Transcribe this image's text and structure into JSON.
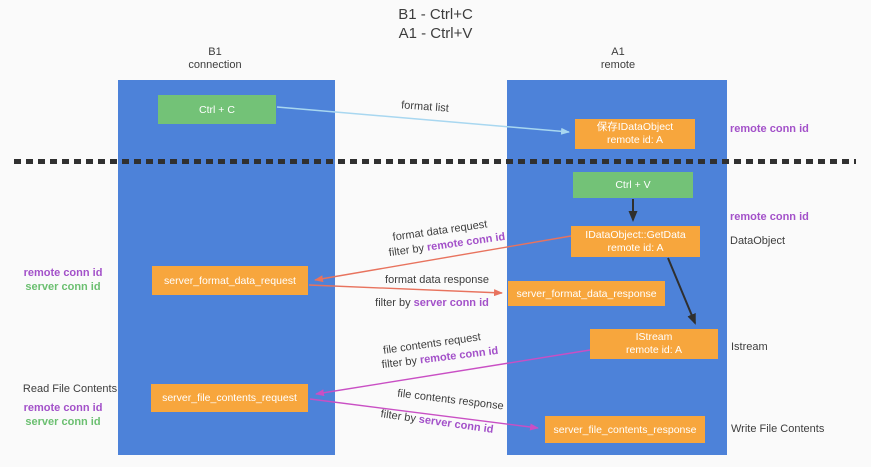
{
  "title": {
    "line1": "B1 - Ctrl+C",
    "line2": "A1 - Ctrl+V"
  },
  "lifelines": {
    "left": {
      "name": "B1",
      "role": "connection"
    },
    "right": {
      "name": "A1",
      "role": "remote"
    }
  },
  "nodes": {
    "ctrl_c": {
      "label": "Ctrl + C"
    },
    "ctrl_v": {
      "label": "Ctrl + V"
    },
    "save_idataobject": {
      "line1": "保存IDataObject",
      "line2": "remote id: A"
    },
    "idataobject_getdata": {
      "line1": "IDataObject::GetData",
      "line2": "remote id: A"
    },
    "istream": {
      "line1": "IStream",
      "line2": "remote id: A"
    },
    "server_format_data_request": {
      "label": "server_format_data_request"
    },
    "server_format_data_response": {
      "label": "server_format_data_response"
    },
    "server_file_contents_request": {
      "label": "server_file_contents_request"
    },
    "server_file_contents_response": {
      "label": "server_file_contents_response"
    }
  },
  "arrows": {
    "format_list": {
      "label": "format list"
    },
    "format_data_request": {
      "label": "format data request",
      "filter_prefix": "filter by ",
      "filter_key": "remote conn id"
    },
    "format_data_response": {
      "label": "format data response",
      "filter_prefix": "filter by ",
      "filter_key": "server conn id"
    },
    "file_contents_request": {
      "label": "file contents request",
      "filter_prefix": "filter by ",
      "filter_key": "remote conn id"
    },
    "file_contents_response": {
      "label": "file contents response",
      "filter_prefix": "filter by ",
      "filter_key": "server conn id"
    }
  },
  "annotations": {
    "right_remote_conn_id_top": "remote conn id",
    "right_remote_conn_id_mid": "remote conn id",
    "dataobject": "DataObject",
    "istream": "Istream",
    "write_file_contents": "Write File Contents",
    "left_remote_conn_id_top": "remote conn id",
    "left_server_conn_id_top": "server conn id",
    "read_file_contents": "Read File Contents",
    "left_remote_conn_id_bottom": "remote conn id",
    "left_server_conn_id_bottom": "server conn id"
  },
  "colors": {
    "lifeline_blue": "#4d82d9",
    "node_orange": "#f7a63d",
    "node_green": "#73c277",
    "arrow_light_blue": "#a8d7f0",
    "arrow_red": "#e8735e",
    "arrow_magenta": "#c94fc4",
    "arrow_black": "#2f2f2f",
    "conn_id_purple": "#a351c9",
    "conn_id_green": "#6bbf70",
    "text_dark": "#3d3d3d",
    "background": "#fafafa"
  }
}
